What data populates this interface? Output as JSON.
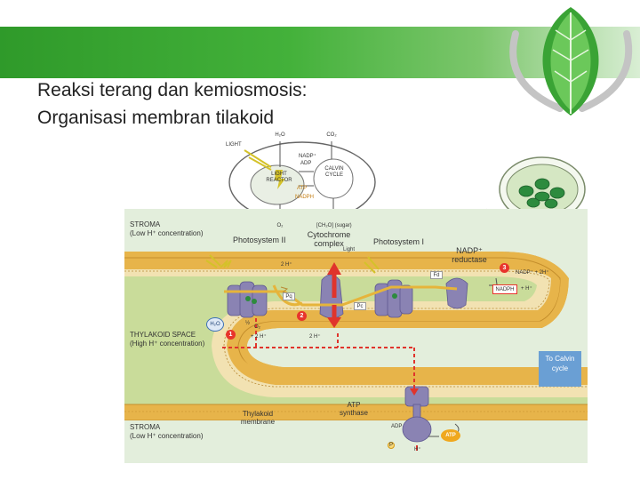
{
  "title": {
    "line1": "Reaksi terang dan kemiosmosis:",
    "line2": "Organisasi membran tilakoid"
  },
  "overview": {
    "h2o": "H₂O",
    "co2": "CO₂",
    "light": "LIGHT",
    "nadp": "NADP⁺",
    "adp": "ADP",
    "light_reactor": "LIGHT REACTOR",
    "calvin_cycle": "CALVIN CYCLE",
    "atp": "ATP",
    "nadph": "NADPH",
    "o2": "O₂",
    "sugar": "[CH₂O] (sugar)"
  },
  "labels": {
    "stroma_top": "STROMA",
    "stroma_top_sub": "(Low H⁺ concentration)",
    "photosystem2": "Photosystem II",
    "cytochrome": "Cytochrome complex",
    "photosystem1": "Photosystem I",
    "light_ps1": "Light",
    "nadp_reductase": "NADP⁺ reductase",
    "nadp_2h": "NADP⁺ + 2H⁺",
    "nadph": "NADPH",
    "plus_h": "+ H⁺",
    "fd": "Fd",
    "pq": "Pq",
    "pc": "Pc",
    "two_h_top": "2 H⁺",
    "h2o": "H₂O",
    "half": "½",
    "o2": "O₂",
    "plus_2h": "+ 2 H⁺",
    "two_h_lumen": "2 H⁺",
    "thylakoid_space": "THYLAKOID SPACE",
    "thylakoid_space_sub": "(High H⁺ concentration)",
    "to_calvin": "To Calvin cycle",
    "stroma_bottom": "STROMA",
    "stroma_bottom_sub": "(Low H⁺ concentration)",
    "thylakoid_membrane": "Thylakoid membrane",
    "atp_synthase": "ATP synthase",
    "adp": "ADP",
    "atp": "ATP",
    "pi": "P",
    "h_plus": "H⁺",
    "num1": "1",
    "num2": "2",
    "num3": "3"
  },
  "colors": {
    "band": "#43b13a",
    "membrane": "#e7b44a",
    "lumen": "#c9dc9a",
    "protein": "#8a83b3",
    "electron_path": "#e6b43a",
    "proton_arrow": "#e0342c",
    "calvin_box": "#6a9fd4"
  }
}
